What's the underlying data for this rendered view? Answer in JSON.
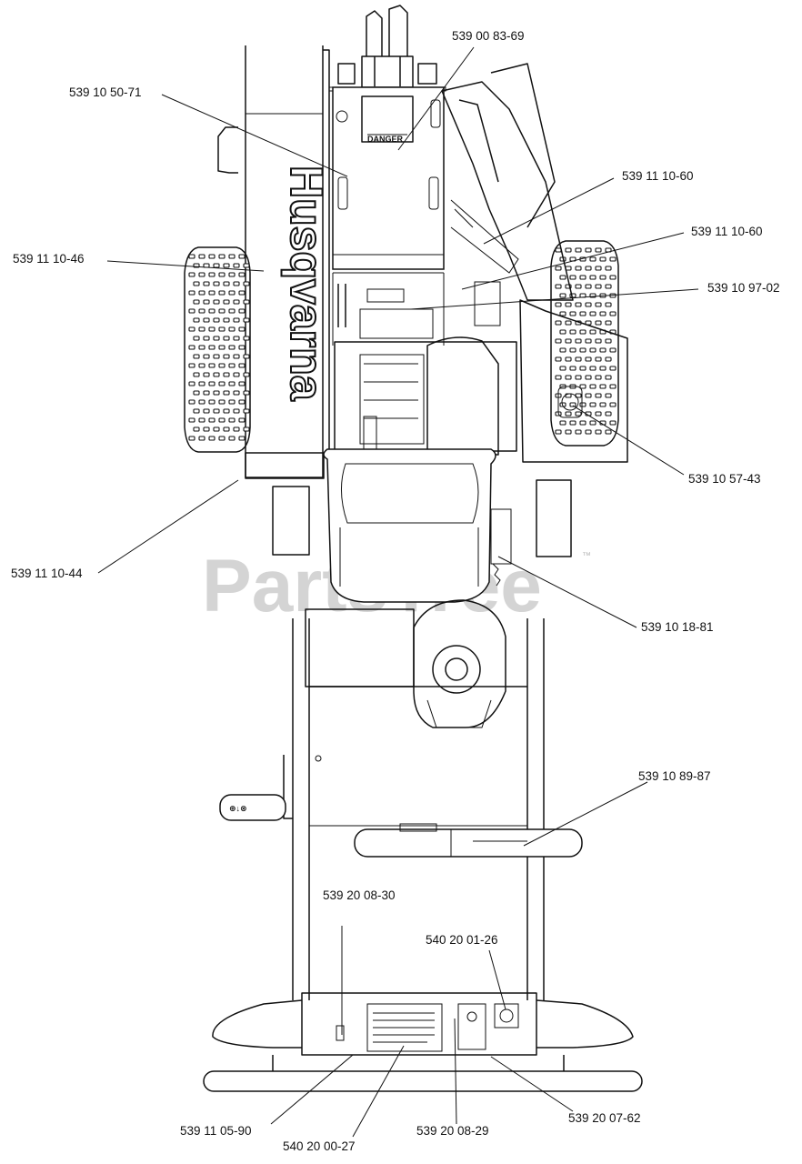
{
  "watermark": {
    "text": "PartsTree",
    "trademark": "™"
  },
  "machine": {
    "brand": "Husqvarna"
  },
  "part_numbers": [
    {
      "id": "p1",
      "text": "539 00 83-69"
    },
    {
      "id": "p2",
      "text": "539 10 50-71"
    },
    {
      "id": "p3",
      "text": "539 11 10-60"
    },
    {
      "id": "p4",
      "text": "539 11 10-60"
    },
    {
      "id": "p5",
      "text": "539 11 10-46"
    },
    {
      "id": "p6",
      "text": "539 10 97-02"
    },
    {
      "id": "p7",
      "text": "539 10 57-43"
    },
    {
      "id": "p8",
      "text": "539 11 10-44"
    },
    {
      "id": "p9",
      "text": "539 10 18-81"
    },
    {
      "id": "p10",
      "text": "539 10 89-87"
    },
    {
      "id": "p11",
      "text": "539 20 08-30"
    },
    {
      "id": "p12",
      "text": "540 20 01-26"
    },
    {
      "id": "p13",
      "text": "539 11 05-90"
    },
    {
      "id": "p14",
      "text": "540 20 00-27"
    },
    {
      "id": "p15",
      "text": "539 20 08-29"
    },
    {
      "id": "p16",
      "text": "539 20 07-62"
    }
  ]
}
